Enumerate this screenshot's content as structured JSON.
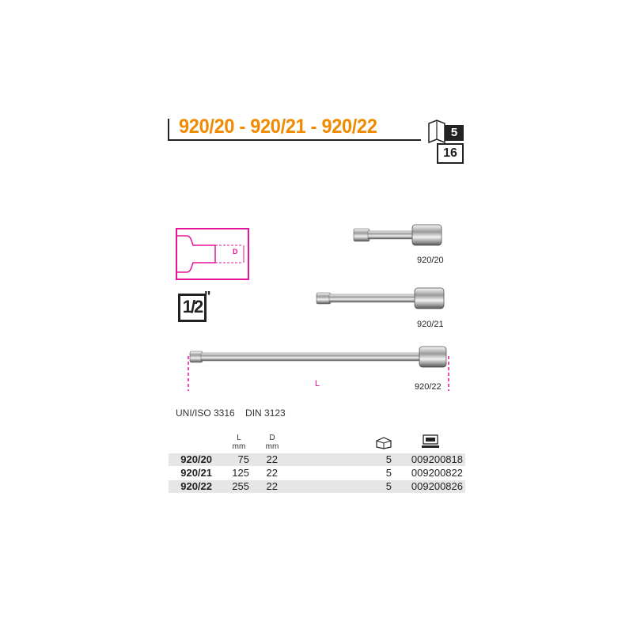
{
  "header": {
    "title": "920/20 - 920/21 - 920/22",
    "box_top": "5",
    "box_bottom": "16"
  },
  "diagram": {
    "label": "D"
  },
  "drive": {
    "size": "1/2",
    "mark": "\""
  },
  "products": [
    {
      "caption": "920/20"
    },
    {
      "caption": "920/21"
    },
    {
      "caption": "920/22"
    }
  ],
  "length_label": "L",
  "standards": "UNI/ISO 3316    DIN 3123",
  "table": {
    "columns": {
      "l_name": "L",
      "l_unit": "mm",
      "d_name": "D",
      "d_unit": "mm",
      "pack_icon": "box-icon",
      "article_icon": "computer-icon"
    },
    "rows": [
      {
        "code": "920/20",
        "l": "75",
        "d": "22",
        "pack": "5",
        "article": "009200818"
      },
      {
        "code": "920/21",
        "l": "125",
        "d": "22",
        "pack": "5",
        "article": "009200822"
      },
      {
        "code": "920/22",
        "l": "255",
        "d": "22",
        "pack": "5",
        "article": "009200826"
      }
    ]
  },
  "colors": {
    "accent": "#f08a00",
    "dimension": "#e6139b",
    "row_shade": "#e6e6e6"
  }
}
